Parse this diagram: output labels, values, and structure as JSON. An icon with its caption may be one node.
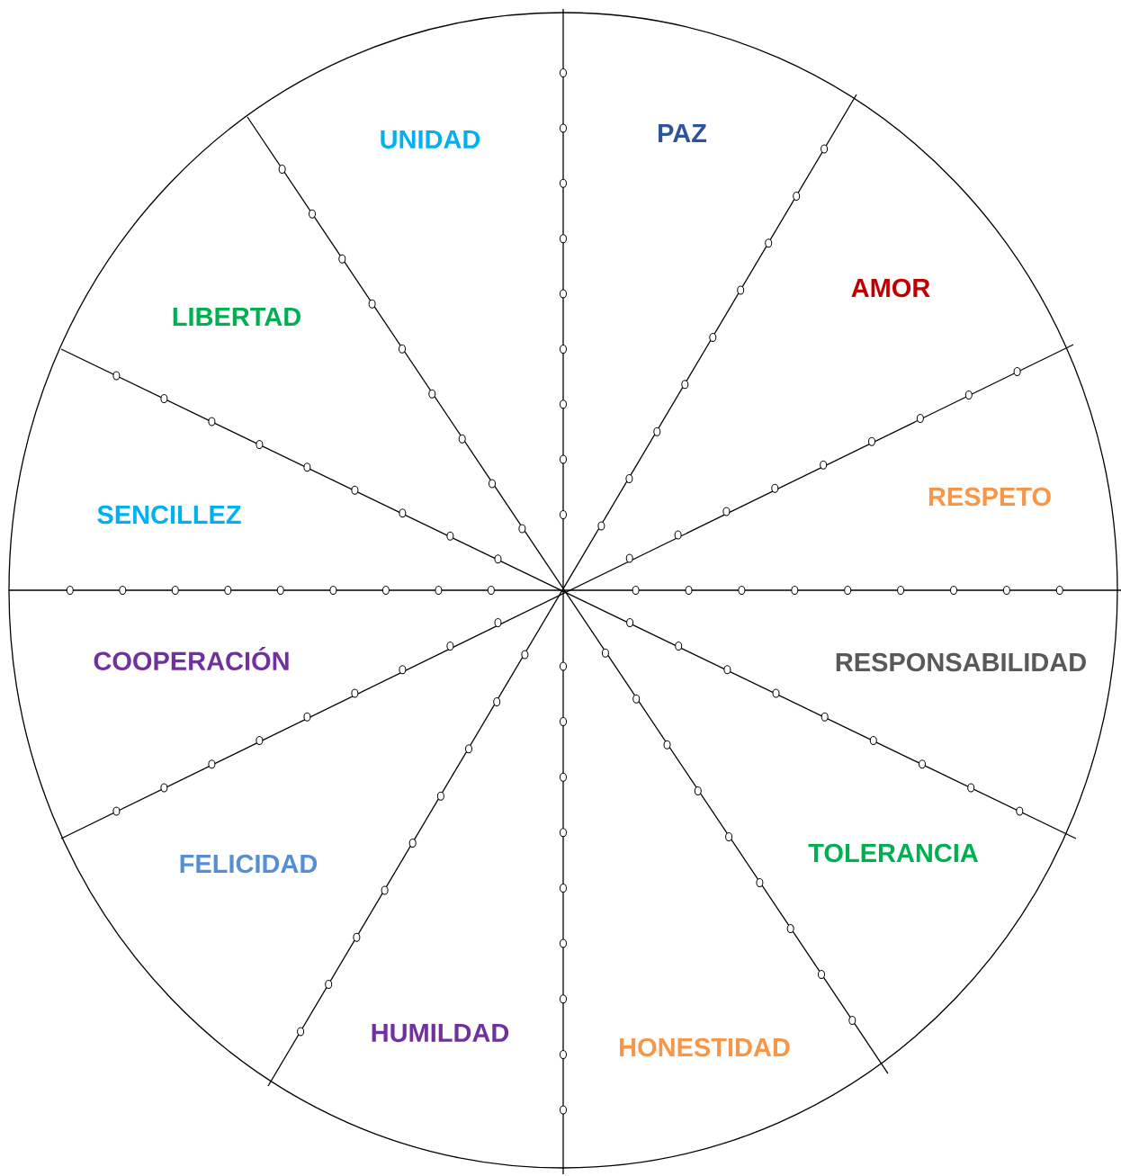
{
  "diagram": {
    "labels": [
      "UNIDAD",
      "PAZ",
      "AMOR",
      "LIBERTAD",
      "RESPETO",
      "SENCILLEZ",
      "COOPERACIÓN",
      "RESPONSABILIDAD",
      "TOLERANCIA",
      "FELICIDAD",
      "HUMILDAD",
      "HONESTIDAD"
    ]
  }
}
